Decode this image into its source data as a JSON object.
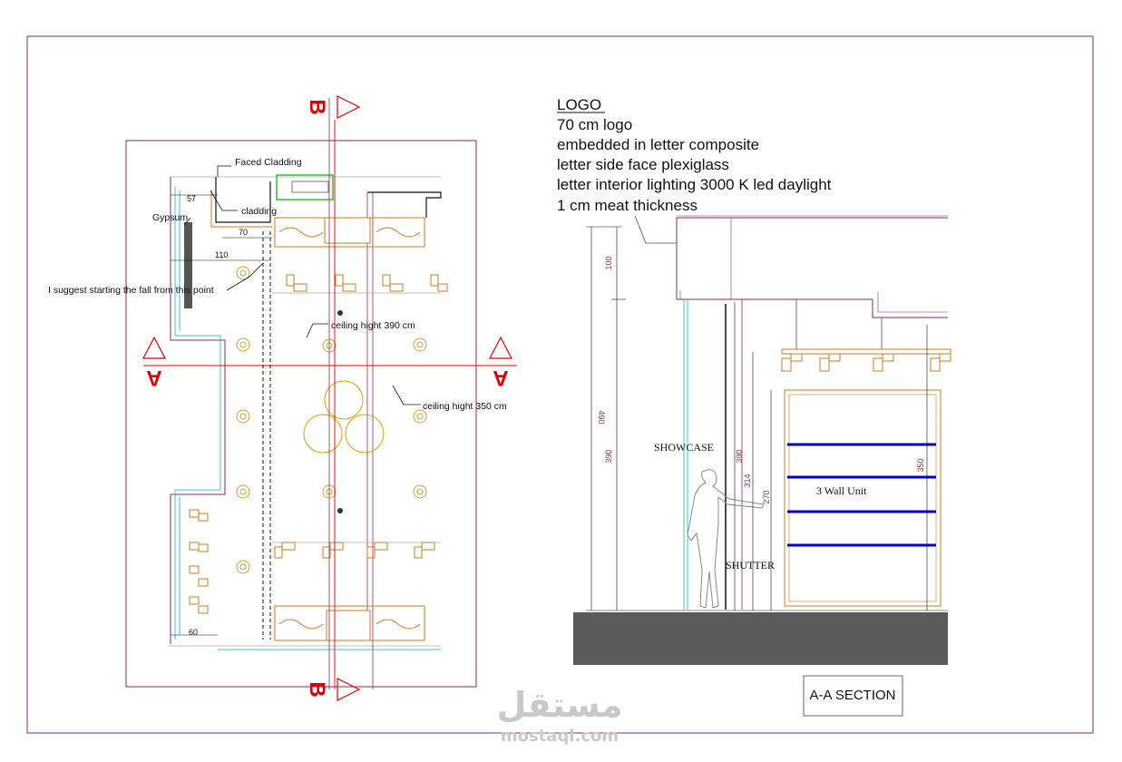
{
  "plan": {
    "faced_cladding": "Faced Cladding",
    "cladding": "cladding",
    "gypsum": "Gypsum",
    "suggestion": "I suggest starting the fall from this point",
    "ceiling_390": "ceiling hight 390 cm",
    "ceiling_350": "ceiling hight 350 cm",
    "dim_57": "57",
    "dim_70": "70",
    "dim_110": "110",
    "dim_60": "60",
    "section_a": "A",
    "section_b": "B"
  },
  "logo_note": {
    "title": "LOGO",
    "lines": [
      "70 cm logo",
      "embedded in letter composite",
      "letter side face plexiglass",
      "letter interior lighting 3000 K led daylight",
      "1 cm meat thickness"
    ]
  },
  "section": {
    "showcase": "SHOWCASE",
    "shutter": "SHUTTER",
    "wall_unit": "3 Wall Unit",
    "dim_100": "100",
    "dim_490": "490",
    "dim_390_left": "390",
    "dim_390": "390",
    "dim_314": "314",
    "dim_270": "270",
    "dim_350": "350",
    "caption": "A-A SECTION"
  },
  "watermark": {
    "arabic": "مستقل",
    "latin": "mostaql.com"
  },
  "colors": {
    "frame": "#8a2a6a",
    "section_line": "#e00000",
    "furniture": "#d07a1a",
    "shelf": "#0000cc",
    "floor": "#5a5a5a",
    "glass": "#3cc8c8",
    "lamp": "#e0a000",
    "green": "#00b000"
  }
}
